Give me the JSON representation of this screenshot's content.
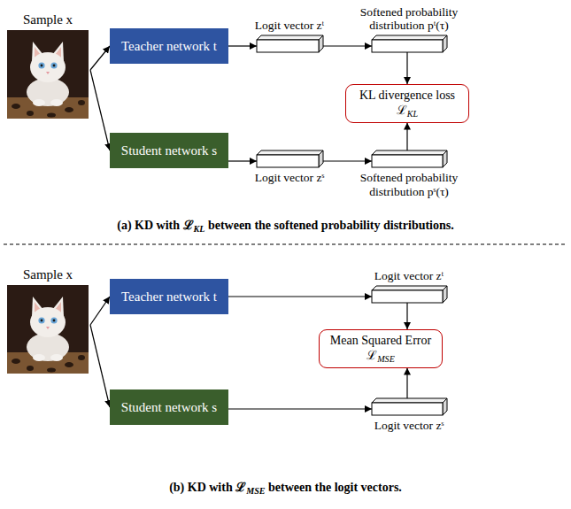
{
  "diagram": {
    "nodes": [
      {
        "text": [
          "Sample x"
        ]
      },
      {
        "text": [
          "Teacher network t"
        ]
      },
      {
        "text": [
          "Logit vector zᵗ"
        ]
      },
      {
        "text": [
          "Softened probability distribution pᵗ(τ)"
        ]
      },
      {
        "text": [
          "KL divergence loss ℒKL"
        ]
      },
      {
        "text": [
          "Student network s"
        ]
      },
      {
        "text": [
          "Logit vector zˢ"
        ]
      },
      {
        "text": [
          "Softened probability distribution pˢ(τ)"
        ]
      },
      {
        "text": [
          "Sample x"
        ]
      },
      {
        "text": [
          "Teacher network t"
        ]
      },
      {
        "text": [
          "Logit vector zᵗ"
        ]
      },
      {
        "text": [
          "Mean Squared Error ℒMSE"
        ]
      },
      {
        "text": [
          "Student network s"
        ]
      },
      {
        "text": [
          "Logit vector zˢ"
        ]
      }
    ],
    "edges": [
      {
        "from": 0,
        "to": 1,
        "arrow": "to"
      },
      {
        "from": 0,
        "to": 5,
        "arrow": "to"
      },
      {
        "from": 1,
        "to": 2,
        "arrow": "to"
      },
      {
        "from": 2,
        "to": 3,
        "arrow": "to"
      },
      {
        "from": 3,
        "to": 4,
        "arrow": "to"
      },
      {
        "from": 5,
        "to": 6,
        "arrow": "to"
      },
      {
        "from": 6,
        "to": 7,
        "arrow": "to"
      },
      {
        "from": 7,
        "to": 4,
        "arrow": "to"
      },
      {
        "from": 8,
        "to": 9,
        "arrow": "to"
      },
      {
        "from": 8,
        "to": 12,
        "arrow": "to"
      },
      {
        "from": 9,
        "to": 10,
        "arrow": "to"
      },
      {
        "from": 10,
        "to": 11,
        "arrow": "to"
      },
      {
        "from": 12,
        "to": 13,
        "arrow": "to"
      },
      {
        "from": 13,
        "to": 11,
        "arrow": "to"
      }
    ],
    "labels": [
      "(a) KD with ℒKL between the softened probability distributions.",
      "(b) KD with ℒMSE between the logit vectors."
    ]
  }
}
